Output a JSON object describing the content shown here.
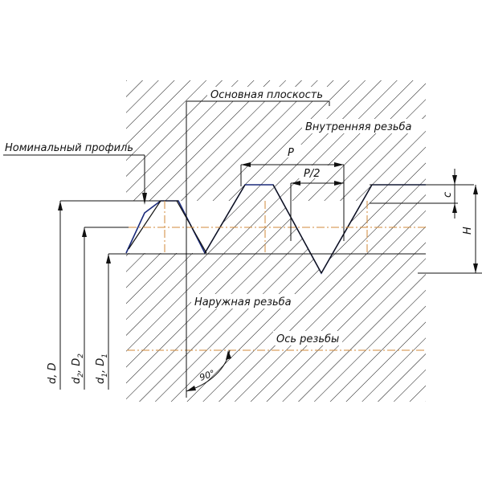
{
  "labels": {
    "basic_plane": "Основная плоскость",
    "internal_thread": "Внутренняя резьба",
    "nominal_profile": "Номинальный профиль",
    "external_thread": "Наружная резьба",
    "thread_axis": "Ось резьбы",
    "pitch": "P",
    "half_pitch": "P/2",
    "dim_c": "c",
    "dim_h": "H",
    "angle": "90°",
    "d_main": "d",
    "d_main_sep": ", ",
    "D_main": "D",
    "d_pitch": "d",
    "d_pitch_sub": "2",
    "D_pitch": "D",
    "D_pitch_sub": "2",
    "d_minor": "d",
    "d_minor_sub": "1",
    "D_minor": "D",
    "D_minor_sub": "1"
  },
  "colors": {
    "line": "#111111",
    "profile": "#1a2a7a",
    "center_line": "#d08a3a"
  }
}
